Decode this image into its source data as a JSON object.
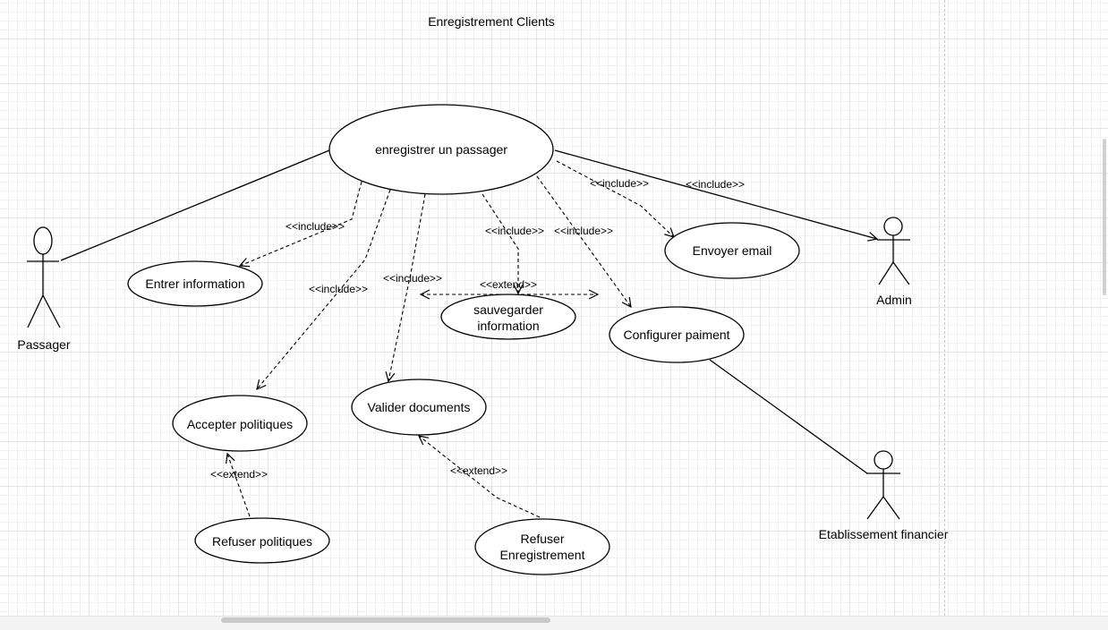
{
  "title": "Enregistrement Clients",
  "actors": {
    "passager": "Passager",
    "admin": "Admin",
    "etablissement": "Etablissement financier"
  },
  "use_cases": {
    "enregistrer": "enregistrer un passager",
    "entrer_information": "Entrer information",
    "envoyer_email": "Envoyer email",
    "sauvegarder_line1": "sauvegarder",
    "sauvegarder_line2": "information",
    "configurer_paiment": "Configurer paiment",
    "accepter_politiques": "Accepter politiques",
    "valider_documents": "Valider documents",
    "refuser_politiques": "Refuser politiques",
    "refuser_enreg_line1": "Refuser",
    "refuser_enreg_line2": "Enregistrement"
  },
  "relations": {
    "include_entrer": "<<include>>",
    "include_accepter": "<<include>>",
    "include_valider": "<<include>>",
    "include_sauvegarder": "<<include>>",
    "include_configurer": "<<include>>",
    "include_envoyer": "<<include>>",
    "include_admin": "<<include>>",
    "extend_sauvegarder": "<<extend>>",
    "extend_accepter": "<<extend>>",
    "extend_valider": "<<extend>>"
  },
  "colors": {
    "stroke": "#000000",
    "grid_major": "#e4e4e4",
    "grid_minor": "#f1f1f1"
  }
}
